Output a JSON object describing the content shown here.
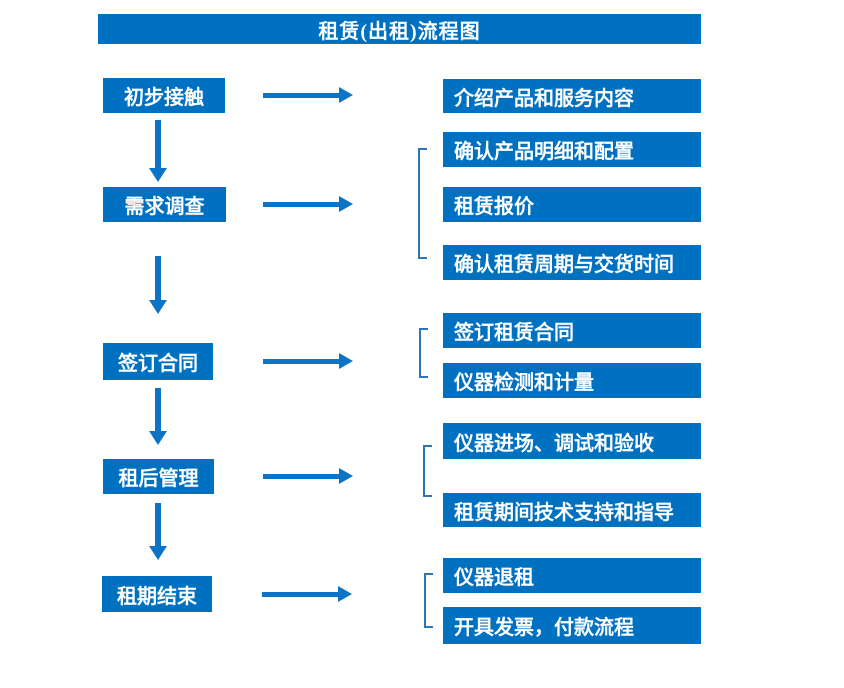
{
  "title": "租赁(出租)流程图",
  "colors": {
    "box_blue": "#0070C0",
    "arrow_blue": "#0C74C6",
    "bracket_blue": "#2E75B6",
    "text_white": "#FFFFFF",
    "background": "#FFFFFF"
  },
  "steps": [
    {
      "label": "初步接触",
      "details": [
        "介绍产品和服务内容"
      ]
    },
    {
      "label": "需求调查",
      "details": [
        "确认产品明细和配置",
        "租赁报价",
        "确认租赁周期与交货时间"
      ]
    },
    {
      "label": "签订合同",
      "details": [
        "签订租赁合同",
        "仪器检测和计量"
      ]
    },
    {
      "label": "租后管理",
      "details": [
        "仪器进场、调试和验收",
        "租赁期间技术支持和指导"
      ]
    },
    {
      "label": "租期结束",
      "details": [
        "仪器退租",
        "开具发票，付款流程"
      ]
    }
  ]
}
